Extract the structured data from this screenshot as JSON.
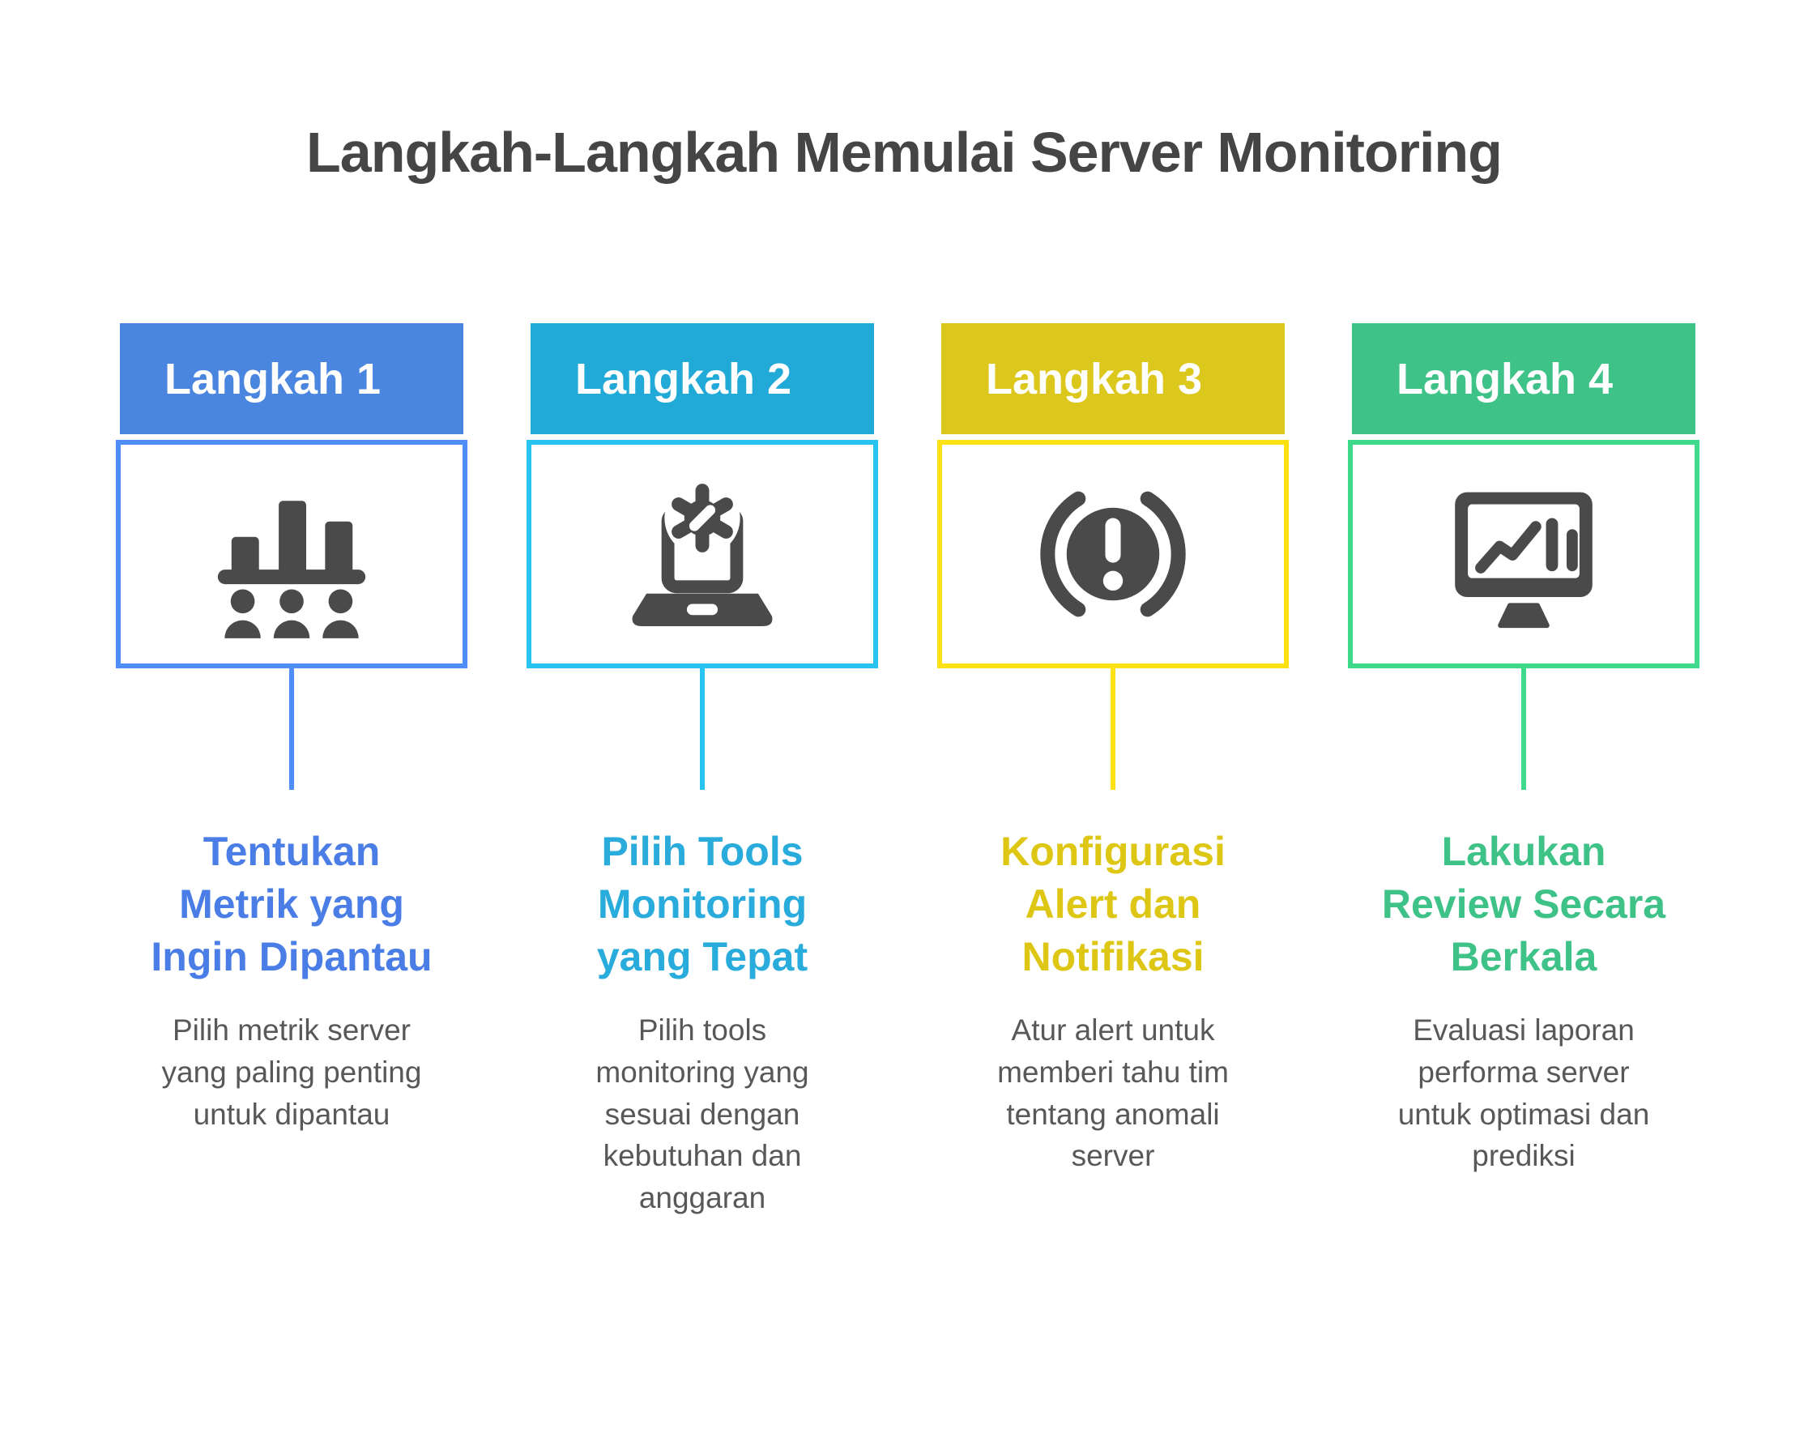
{
  "title": "Langkah-Langkah Memulai Server Monitoring",
  "text_colors": {
    "title": "#454545",
    "description": "#58585a",
    "header_label": "#ffffff",
    "icon": "#4a4a4a"
  },
  "steps": [
    {
      "label": "Langkah 1",
      "icon": "bar-chart-audience-icon",
      "colors": {
        "header_bg": "#4a86e0",
        "accent": "#4f8df7",
        "heading": "#4a7ee6"
      },
      "heading": "Tentukan\nMetrik yang\nIngin Dipantau",
      "description": "Pilih metrik server\nyang paling penting\nuntuk dipantau"
    },
    {
      "label": "Langkah 2",
      "icon": "laptop-gear-icon",
      "colors": {
        "header_bg": "#21aad8",
        "accent": "#29c3f2",
        "heading": "#29abdc"
      },
      "heading": "Pilih Tools\nMonitoring\nyang Tepat",
      "description": "Pilih tools\nmonitoring yang\nsesuai dengan\nkebutuhan dan\nanggaran"
    },
    {
      "label": "Langkah 3",
      "icon": "alert-warning-icon",
      "colors": {
        "header_bg": "#dcc81d",
        "accent": "#ffe112",
        "heading": "#ddc714"
      },
      "heading": "Konfigurasi\nAlert dan\nNotifikasi",
      "description": "Atur alert untuk\nmemberi tahu tim\ntentang anomali\nserver"
    },
    {
      "label": "Langkah 4",
      "icon": "monitor-analytics-icon",
      "colors": {
        "header_bg": "#3ec287",
        "accent": "#3fd98c",
        "heading": "#3ec287"
      },
      "heading": "Lakukan\nReview Secara\nBerkala",
      "description": "Evaluasi laporan\nperforma server\nuntuk optimasi dan\nprediksi"
    }
  ]
}
